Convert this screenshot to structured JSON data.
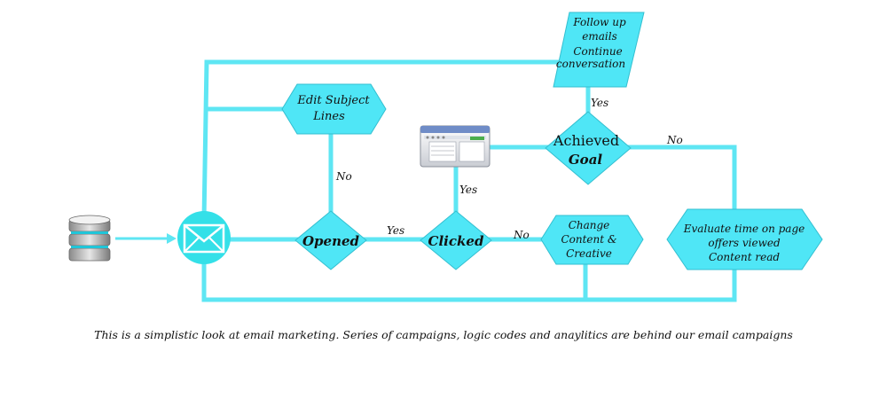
{
  "colors": {
    "line": "#5ee6f3",
    "shape_fill": "#4fe6f6",
    "shape_stroke": "#33bfd0",
    "text": "#111111"
  },
  "nodes": {
    "follow_up": {
      "line1": "Follow up",
      "line2": "emails",
      "line3": "Continue",
      "line4": "conversation"
    },
    "edit_subject": {
      "line1": "Edit Subject",
      "line2": "Lines"
    },
    "achieved": {
      "line1": "Achieved",
      "line2": "Goal"
    },
    "opened": {
      "label": "Opened"
    },
    "clicked": {
      "label": "Clicked"
    },
    "change_content": {
      "line1": "Change",
      "line2": "Content &",
      "line3": "Creative"
    },
    "evaluate": {
      "line1": "Evaluate time on page",
      "line2": "offers viewed",
      "line3": "Content read"
    }
  },
  "edge_labels": {
    "achieved_yes": "Yes",
    "achieved_no": "No",
    "opened_no": "No",
    "opened_yes": "Yes",
    "clicked_yes": "Yes",
    "clicked_no": "No"
  },
  "icons": {
    "database": "database-icon",
    "email": "envelope-icon",
    "webpage": "browser-window-icon"
  },
  "caption": "This is a simplistic look at email marketing. Series of campaigns, logic codes and anaylitics are behind our email campaigns"
}
